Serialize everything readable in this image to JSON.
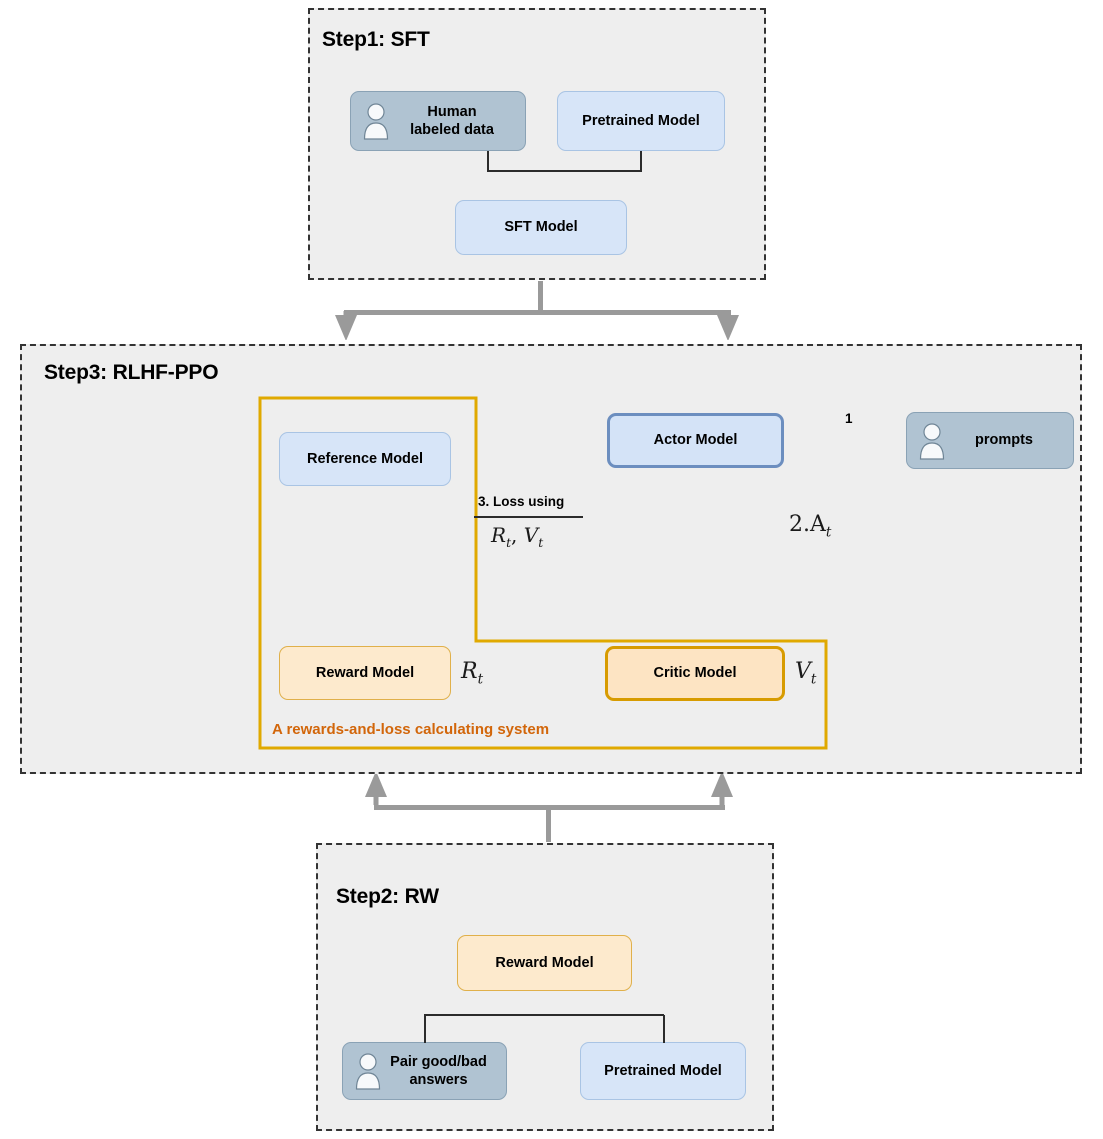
{
  "diagram": {
    "title_semantic": "RLHF three-step training pipeline",
    "background": "#ffffff",
    "panel_fill": "#eeeeee",
    "accent_orange": "#e0a900",
    "accent_orange_text": "#d2660a",
    "accent_blue": "#6c8ebf"
  },
  "step1": {
    "title": "Step1: SFT",
    "nodes": {
      "human_data": "Human\nlabeled data",
      "human_data_line1": "Human",
      "human_data_line2": "labeled data",
      "pretrained": "Pretrained Model",
      "sft_model": "SFT Model"
    }
  },
  "step3": {
    "title": "Step3: RLHF-PPO",
    "nodes": {
      "reference_model": "Reference Model",
      "reward_model": "Reward Model",
      "actor_model": "Actor Model",
      "critic_model": "Critic Model",
      "prompts": "prompts"
    },
    "labels": {
      "step1_num": "1",
      "step2_adv": "2.A",
      "step2_adv_sub": "t",
      "loss_using": "3. Loss using",
      "loss_terms_r": "R",
      "loss_terms_r_sub": "t",
      "loss_terms_sep": ",",
      "loss_terms_v": "V",
      "loss_terms_v_sub": "t",
      "reward_symbol": "R",
      "reward_symbol_sub": "t",
      "value_symbol": "V",
      "value_symbol_sub": "t",
      "system_caption": "A rewards-and-loss calculating system"
    }
  },
  "step2": {
    "title": "Step2: RW",
    "nodes": {
      "reward_model": "Reward Model",
      "pair_answers_line1": "Pair good/bad",
      "pair_answers_line2": "answers",
      "pretrained": "Pretrained Model"
    }
  }
}
